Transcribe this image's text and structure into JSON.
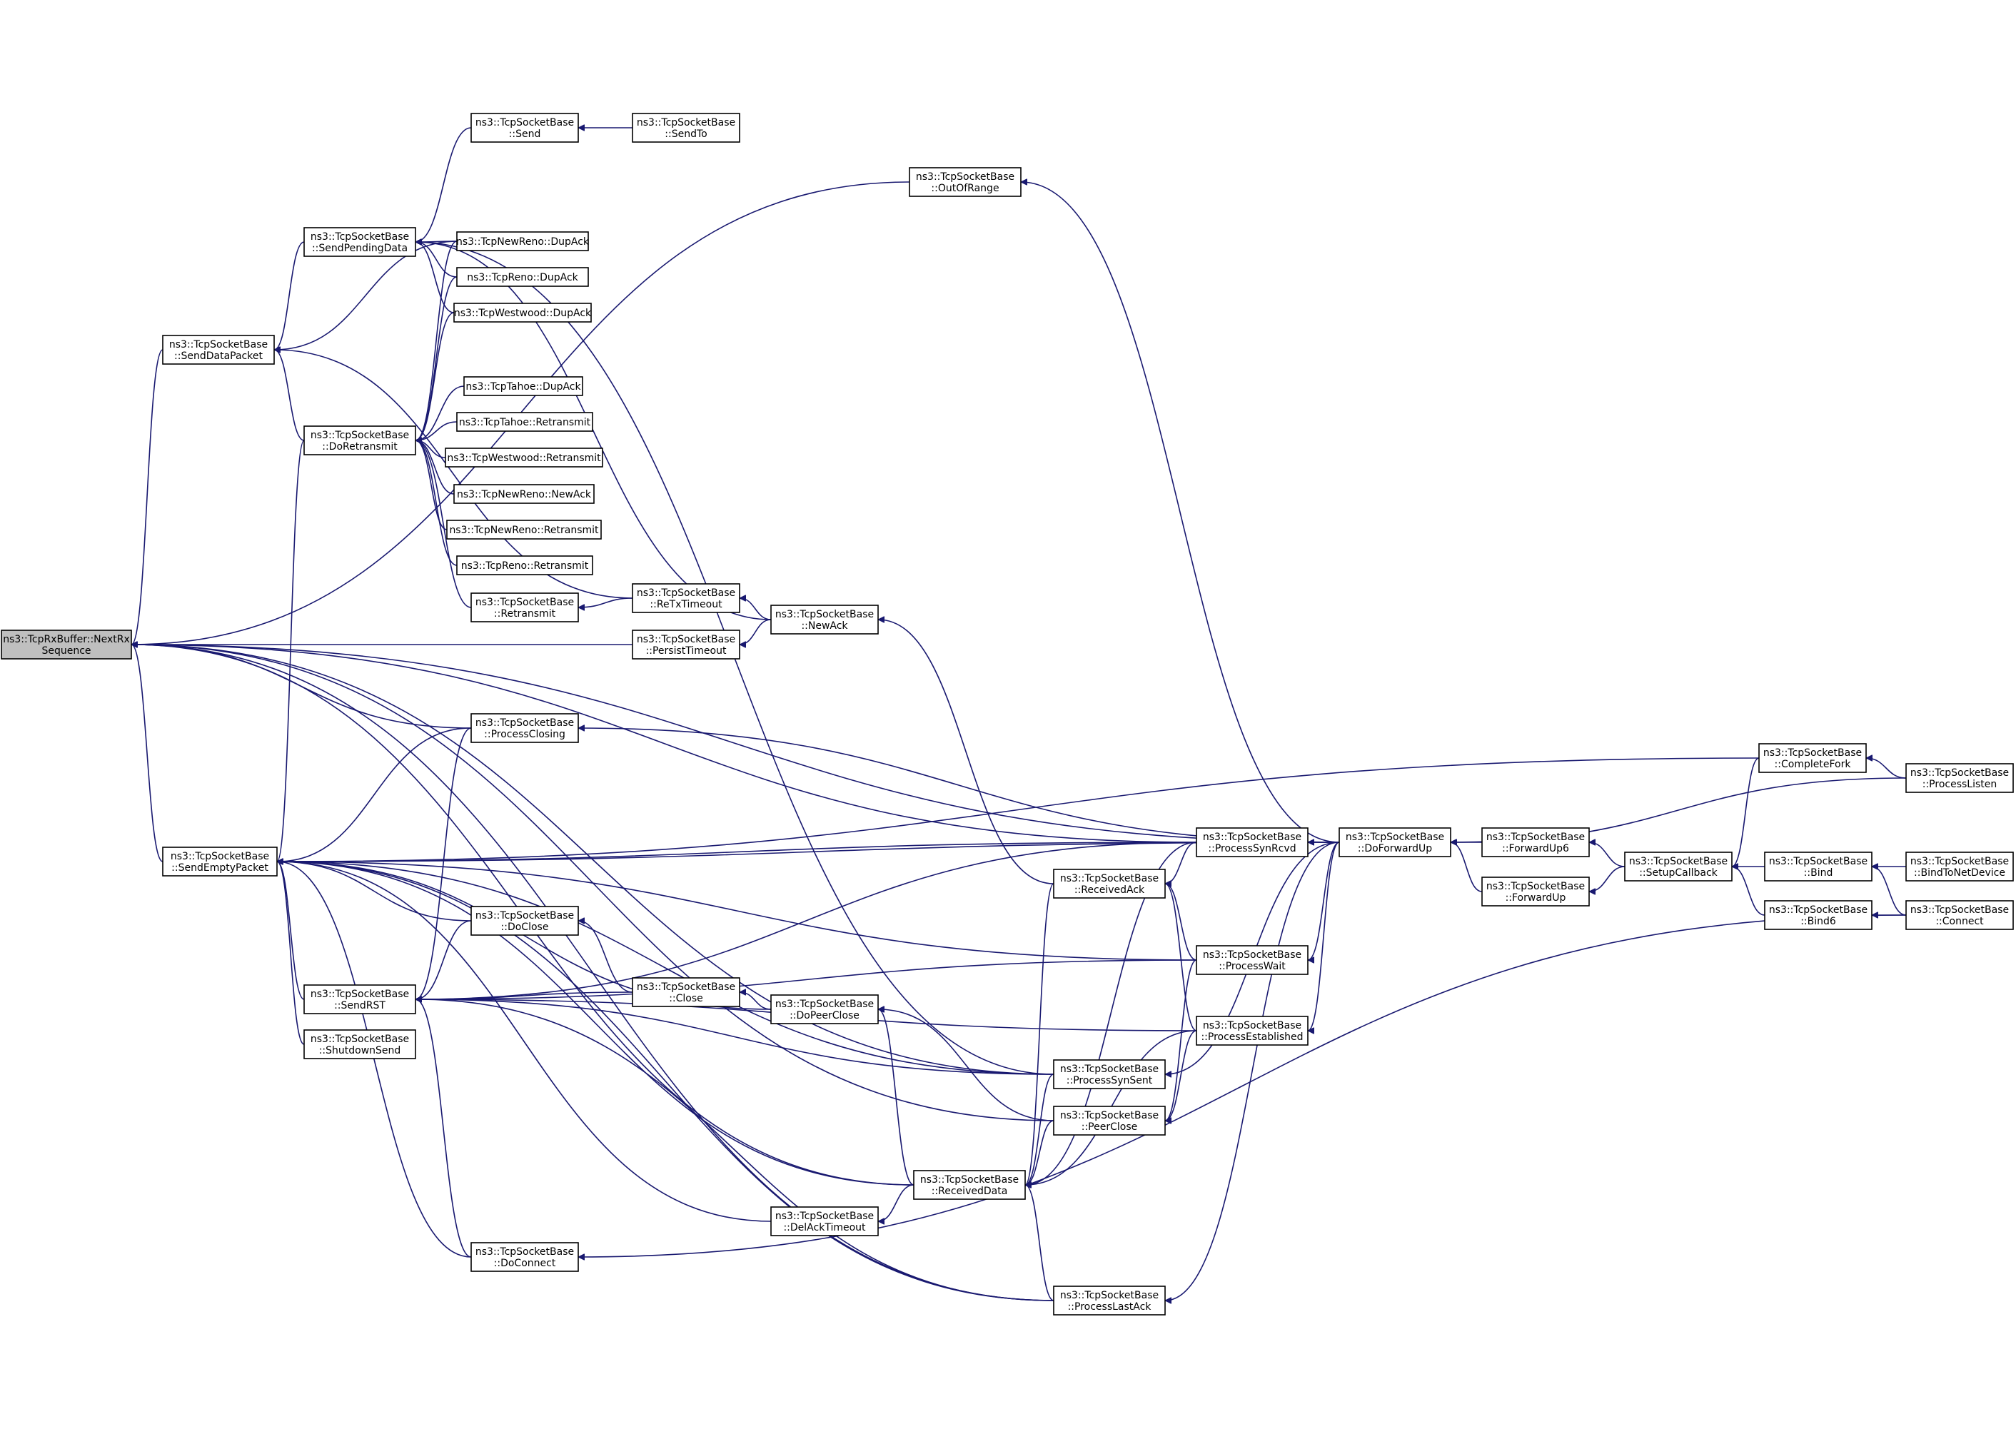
{
  "diagram": {
    "nodes": [
      {
        "id": "nextrx",
        "lines": [
          "ns3::TcpRxBuffer::NextRx",
          "Sequence"
        ],
        "highlight": true
      },
      {
        "id": "senddatapacket",
        "lines": [
          "ns3::TcpSocketBase",
          "::SendDataPacket"
        ]
      },
      {
        "id": "sendemptypacket",
        "lines": [
          "ns3::TcpSocketBase",
          "::SendEmptyPacket"
        ]
      },
      {
        "id": "sendpendingdata",
        "lines": [
          "ns3::TcpSocketBase",
          "::SendPendingData"
        ]
      },
      {
        "id": "doretransmit",
        "lines": [
          "ns3::TcpSocketBase",
          "::DoRetransmit"
        ]
      },
      {
        "id": "sendrst",
        "lines": [
          "ns3::TcpSocketBase",
          "::SendRST"
        ]
      },
      {
        "id": "shutdownsend",
        "lines": [
          "ns3::TcpSocketBase",
          "::ShutdownSend"
        ]
      },
      {
        "id": "send",
        "lines": [
          "ns3::TcpSocketBase",
          "::Send"
        ]
      },
      {
        "id": "sendto",
        "lines": [
          "ns3::TcpSocketBase",
          "::SendTo"
        ]
      },
      {
        "id": "newrenodupack",
        "lines": [
          "ns3::TcpNewReno::DupAck"
        ]
      },
      {
        "id": "renodupack",
        "lines": [
          "ns3::TcpReno::DupAck"
        ]
      },
      {
        "id": "westwooddupack",
        "lines": [
          "ns3::TcpWestwood::DupAck"
        ]
      },
      {
        "id": "tahoedupack",
        "lines": [
          "ns3::TcpTahoe::DupAck"
        ]
      },
      {
        "id": "tahoeretransmit",
        "lines": [
          "ns3::TcpTahoe::Retransmit"
        ]
      },
      {
        "id": "westwoodretransmit",
        "lines": [
          "ns3::TcpWestwood::Retransmit"
        ]
      },
      {
        "id": "newrenonewack",
        "lines": [
          "ns3::TcpNewReno::NewAck"
        ]
      },
      {
        "id": "newrenoretransmit",
        "lines": [
          "ns3::TcpNewReno::Retransmit"
        ]
      },
      {
        "id": "renoretransmit",
        "lines": [
          "ns3::TcpReno::Retransmit"
        ]
      },
      {
        "id": "retransmit",
        "lines": [
          "ns3::TcpSocketBase",
          "::Retransmit"
        ]
      },
      {
        "id": "processclosing",
        "lines": [
          "ns3::TcpSocketBase",
          "::ProcessClosing"
        ]
      },
      {
        "id": "doclose",
        "lines": [
          "ns3::TcpSocketBase",
          "::DoClose"
        ]
      },
      {
        "id": "doconnect",
        "lines": [
          "ns3::TcpSocketBase",
          "::DoConnect"
        ]
      },
      {
        "id": "rtxtimeout",
        "lines": [
          "ns3::TcpSocketBase",
          "::ReTxTimeout"
        ]
      },
      {
        "id": "persisttimeout",
        "lines": [
          "ns3::TcpSocketBase",
          "::PersistTimeout"
        ]
      },
      {
        "id": "close",
        "lines": [
          "ns3::TcpSocketBase",
          "::Close"
        ]
      },
      {
        "id": "delacktimeout",
        "lines": [
          "ns3::TcpSocketBase",
          "::DelAckTimeout"
        ]
      },
      {
        "id": "newack",
        "lines": [
          "ns3::TcpSocketBase",
          "::NewAck"
        ]
      },
      {
        "id": "dopeerclose",
        "lines": [
          "ns3::TcpSocketBase",
          "::DoPeerClose"
        ]
      },
      {
        "id": "outofrange",
        "lines": [
          "ns3::TcpSocketBase",
          "::OutOfRange"
        ]
      },
      {
        "id": "receiveddata",
        "lines": [
          "ns3::TcpSocketBase",
          "::ReceivedData"
        ]
      },
      {
        "id": "receivedack",
        "lines": [
          "ns3::TcpSocketBase",
          "::ReceivedAck"
        ]
      },
      {
        "id": "processsynsent",
        "lines": [
          "ns3::TcpSocketBase",
          "::ProcessSynSent"
        ]
      },
      {
        "id": "peerclose",
        "lines": [
          "ns3::TcpSocketBase",
          "::PeerClose"
        ]
      },
      {
        "id": "processlastack",
        "lines": [
          "ns3::TcpSocketBase",
          "::ProcessLastAck"
        ]
      },
      {
        "id": "processsynrcvd",
        "lines": [
          "ns3::TcpSocketBase",
          "::ProcessSynRcvd"
        ]
      },
      {
        "id": "processwait",
        "lines": [
          "ns3::TcpSocketBase",
          "::ProcessWait"
        ]
      },
      {
        "id": "processestablished",
        "lines": [
          "ns3::TcpSocketBase",
          "::ProcessEstablished"
        ]
      },
      {
        "id": "doforwardup",
        "lines": [
          "ns3::TcpSocketBase",
          "::DoForwardUp"
        ]
      },
      {
        "id": "forwardup6",
        "lines": [
          "ns3::TcpSocketBase",
          "::ForwardUp6"
        ]
      },
      {
        "id": "forwardup",
        "lines": [
          "ns3::TcpSocketBase",
          "::ForwardUp"
        ]
      },
      {
        "id": "setupcallback",
        "lines": [
          "ns3::TcpSocketBase",
          "::SetupCallback"
        ]
      },
      {
        "id": "completefork",
        "lines": [
          "ns3::TcpSocketBase",
          "::CompleteFork"
        ]
      },
      {
        "id": "bind",
        "lines": [
          "ns3::TcpSocketBase",
          "::Bind"
        ]
      },
      {
        "id": "bind6",
        "lines": [
          "ns3::TcpSocketBase",
          "::Bind6"
        ]
      },
      {
        "id": "processlisten",
        "lines": [
          "ns3::TcpSocketBase",
          "::ProcessListen"
        ]
      },
      {
        "id": "bindtonetdevice",
        "lines": [
          "ns3::TcpSocketBase",
          "::BindToNetDevice"
        ]
      },
      {
        "id": "connect",
        "lines": [
          "ns3::TcpSocketBase",
          "::Connect"
        ]
      }
    ],
    "edges": [
      [
        "nextrx",
        "senddatapacket"
      ],
      [
        "nextrx",
        "sendemptypacket"
      ],
      [
        "nextrx",
        "persisttimeout"
      ],
      [
        "nextrx",
        "processclosing"
      ],
      [
        "nextrx",
        "outofrange"
      ],
      [
        "nextrx",
        "processsynrcvd"
      ],
      [
        "nextrx",
        "doforwardup"
      ],
      [
        "nextrx",
        "processsynsent"
      ],
      [
        "nextrx",
        "receiveddata"
      ],
      [
        "nextrx",
        "processlastack"
      ],
      [
        "nextrx",
        "peerclose"
      ],
      [
        "senddatapacket",
        "sendpendingdata"
      ],
      [
        "senddatapacket",
        "doretransmit"
      ],
      [
        "senddatapacket",
        "newrenodupack"
      ],
      [
        "senddatapacket",
        "rtxtimeout"
      ],
      [
        "sendpendingdata",
        "send"
      ],
      [
        "sendpendingdata",
        "newrenodupack"
      ],
      [
        "sendpendingdata",
        "renodupack"
      ],
      [
        "sendpendingdata",
        "westwooddupack"
      ],
      [
        "sendpendingdata",
        "newack"
      ],
      [
        "sendpendingdata",
        "processsynsent"
      ],
      [
        "send",
        "sendto"
      ],
      [
        "doretransmit",
        "newrenodupack"
      ],
      [
        "doretransmit",
        "renodupack"
      ],
      [
        "doretransmit",
        "westwooddupack"
      ],
      [
        "doretransmit",
        "tahoedupack"
      ],
      [
        "doretransmit",
        "tahoeretransmit"
      ],
      [
        "doretransmit",
        "westwoodretransmit"
      ],
      [
        "doretransmit",
        "newrenonewack"
      ],
      [
        "doretransmit",
        "newrenoretransmit"
      ],
      [
        "doretransmit",
        "renoretransmit"
      ],
      [
        "doretransmit",
        "retransmit"
      ],
      [
        "retransmit",
        "rtxtimeout"
      ],
      [
        "rtxtimeout",
        "newack"
      ],
      [
        "persisttimeout",
        "newack"
      ],
      [
        "newack",
        "receivedack"
      ],
      [
        "outofrange",
        "doforwardup"
      ],
      [
        "sendemptypacket",
        "doretransmit"
      ],
      [
        "sendemptypacket",
        "processclosing"
      ],
      [
        "sendemptypacket",
        "sendrst"
      ],
      [
        "sendemptypacket",
        "shutdownsend"
      ],
      [
        "sendemptypacket",
        "doclose"
      ],
      [
        "sendemptypacket",
        "doconnect"
      ],
      [
        "sendemptypacket",
        "delacktimeout"
      ],
      [
        "sendemptypacket",
        "dopeerclose"
      ],
      [
        "sendemptypacket",
        "receiveddata"
      ],
      [
        "sendemptypacket",
        "processsynrcvd"
      ],
      [
        "sendemptypacket",
        "processwait"
      ],
      [
        "sendemptypacket",
        "processlastack"
      ],
      [
        "sendemptypacket",
        "processsynsent"
      ],
      [
        "sendemptypacket",
        "doforwardup"
      ],
      [
        "sendemptypacket",
        "completefork"
      ],
      [
        "sendrst",
        "processclosing"
      ],
      [
        "sendrst",
        "doclose"
      ],
      [
        "sendrst",
        "close"
      ],
      [
        "sendrst",
        "processwait"
      ],
      [
        "sendrst",
        "processestablished"
      ],
      [
        "sendrst",
        "processsynsent"
      ],
      [
        "sendrst",
        "processlastack"
      ],
      [
        "sendrst",
        "doconnect"
      ],
      [
        "sendrst",
        "processsynrcvd"
      ],
      [
        "doclose",
        "close"
      ],
      [
        "close",
        "dopeerclose"
      ],
      [
        "processclosing",
        "doforwardup"
      ],
      [
        "doconnect",
        "connect"
      ],
      [
        "delacktimeout",
        "receiveddata"
      ],
      [
        "dopeerclose",
        "receiveddata"
      ],
      [
        "dopeerclose",
        "peerclose"
      ],
      [
        "receiveddata",
        "receivedack"
      ],
      [
        "receiveddata",
        "processsynsent"
      ],
      [
        "receiveddata",
        "peerclose"
      ],
      [
        "receiveddata",
        "processlastack"
      ],
      [
        "receiveddata",
        "processestablished"
      ],
      [
        "receiveddata",
        "processsynrcvd"
      ],
      [
        "receivedack",
        "processsynrcvd"
      ],
      [
        "receivedack",
        "processwait"
      ],
      [
        "receivedack",
        "processestablished"
      ],
      [
        "peerclose",
        "processestablished"
      ],
      [
        "peerclose",
        "processwait"
      ],
      [
        "processsynrcvd",
        "doforwardup"
      ],
      [
        "processwait",
        "doforwardup"
      ],
      [
        "processestablished",
        "doforwardup"
      ],
      [
        "processsynsent",
        "doforwardup"
      ],
      [
        "processlastack",
        "doforwardup"
      ],
      [
        "doforwardup",
        "forwardup6"
      ],
      [
        "doforwardup",
        "forwardup"
      ],
      [
        "doforwardup",
        "processlisten"
      ],
      [
        "forwardup6",
        "setupcallback"
      ],
      [
        "forwardup",
        "setupcallback"
      ],
      [
        "setupcallback",
        "completefork"
      ],
      [
        "setupcallback",
        "bind"
      ],
      [
        "setupcallback",
        "bind6"
      ],
      [
        "completefork",
        "processlisten"
      ],
      [
        "bind",
        "bindtonetdevice"
      ],
      [
        "bind",
        "connect"
      ],
      [
        "bind6",
        "connect"
      ]
    ]
  }
}
